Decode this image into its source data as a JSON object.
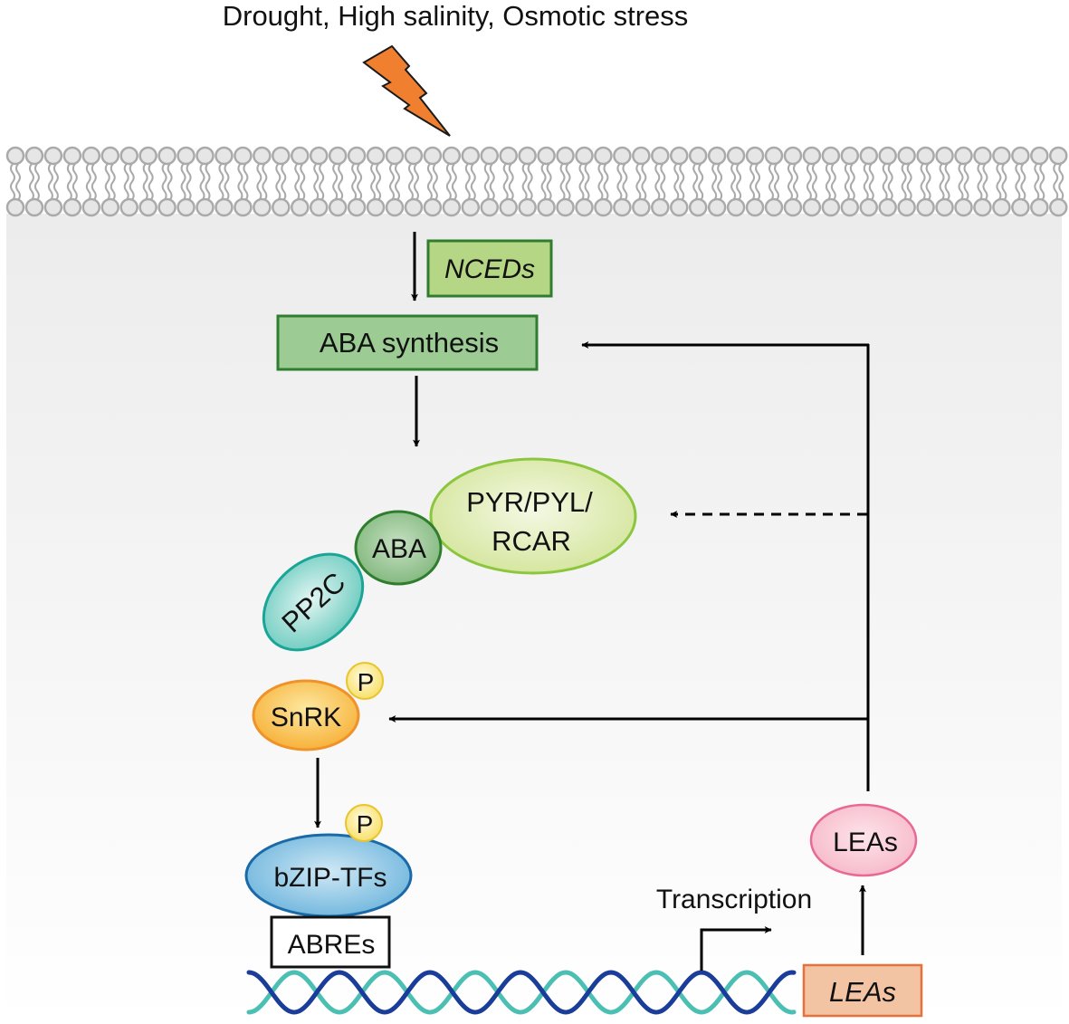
{
  "title": "ABA-dependent LEA induction pathway under abiotic stress",
  "stimulus": {
    "label": "Drought, High salinity, Osmotic stress",
    "icon": "lightning-bolt-icon",
    "color": "#f08030"
  },
  "nodes": {
    "nceds": {
      "label": "NCEDs",
      "italic": true,
      "fill": "#b5d685",
      "stroke": "#2f7d2f"
    },
    "aba_synthesis": {
      "label": "ABA synthesis",
      "fill": "#9ccb94",
      "stroke": "#2f7d2f"
    },
    "pyr_pyl_rcar": {
      "label_line1": "PYR/PYL/",
      "label_line2": "RCAR",
      "fill": "#dbe9a8",
      "stroke": "#8cc63f"
    },
    "aba": {
      "label": "ABA",
      "fill": "#8fc08a",
      "stroke": "#2f7d2f"
    },
    "pp2c": {
      "label": "PP2C",
      "fill": "#7fd3c8",
      "stroke": "#1aa597"
    },
    "snrk": {
      "label": "SnRK",
      "fill": "#f9c04a",
      "stroke": "#f0922a"
    },
    "snrk_phospho": {
      "label": "P",
      "fill": "#fce883",
      "stroke": "#e8c530"
    },
    "bzip_tfs": {
      "label": "bZIP-TFs",
      "fill": "#7fbfe0",
      "stroke": "#1a6aa8"
    },
    "bzip_phospho": {
      "label": "P",
      "fill": "#fce883",
      "stroke": "#e8c530"
    },
    "abres": {
      "label": "ABREs"
    },
    "leas_protein": {
      "label": "LEAs",
      "fill": "#f7c6d3",
      "stroke": "#e86a94"
    },
    "leas_gene": {
      "label": "LEAs",
      "italic": true,
      "fill": "#f3c4a4",
      "stroke": "#e8703a"
    }
  },
  "transcription": {
    "label": "Transcription"
  },
  "dna": {
    "strand1_color": "#1a3d9a",
    "strand2_color": "#4bbfb4"
  },
  "membrane": {
    "color": "#aaaaaa",
    "fill": "#e6e6e6"
  },
  "edges": [
    {
      "from": "membrane",
      "to": "aba_synthesis",
      "style": "solid",
      "via": "NCEDs"
    },
    {
      "from": "aba_synthesis",
      "to": "pyr_pyl_rcar",
      "style": "solid"
    },
    {
      "from": "snrk",
      "to": "bzip_tfs",
      "style": "solid"
    },
    {
      "from": "leas_gene",
      "to": "leas_protein",
      "style": "solid"
    },
    {
      "from": "leas_protein",
      "to": "aba_synthesis",
      "style": "solid"
    },
    {
      "from": "leas_protein",
      "to": "pyr_pyl_rcar",
      "style": "dashed"
    },
    {
      "from": "leas_protein",
      "to": "snrk",
      "style": "solid"
    }
  ]
}
